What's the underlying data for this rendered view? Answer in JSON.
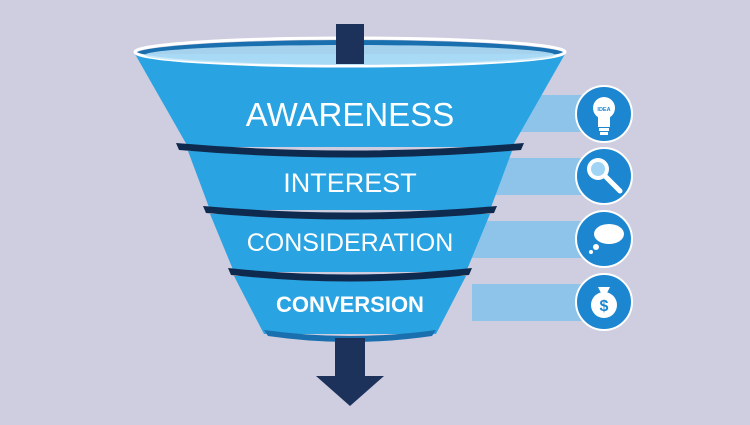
{
  "funnel": {
    "stages": [
      {
        "label": "AWARENESS",
        "icon": "lightbulb-icon"
      },
      {
        "label": "INTEREST",
        "icon": "magnifier-icon"
      },
      {
        "label": "CONSIDERATION",
        "icon": "speech-bubble-icon"
      },
      {
        "label": "CONVERSION",
        "icon": "money-bag-icon"
      }
    ],
    "icon_badge_text": "IDEA",
    "money_symbol": "$"
  },
  "colors": {
    "background": "#cfcde0",
    "funnel_blue": "#29a3e1",
    "funnel_dark_blue": "#0f2a4f",
    "arrow_navy": "#1c325b",
    "connector_bar": "#8ec4ea",
    "icon_circle": "#1d86d0"
  }
}
